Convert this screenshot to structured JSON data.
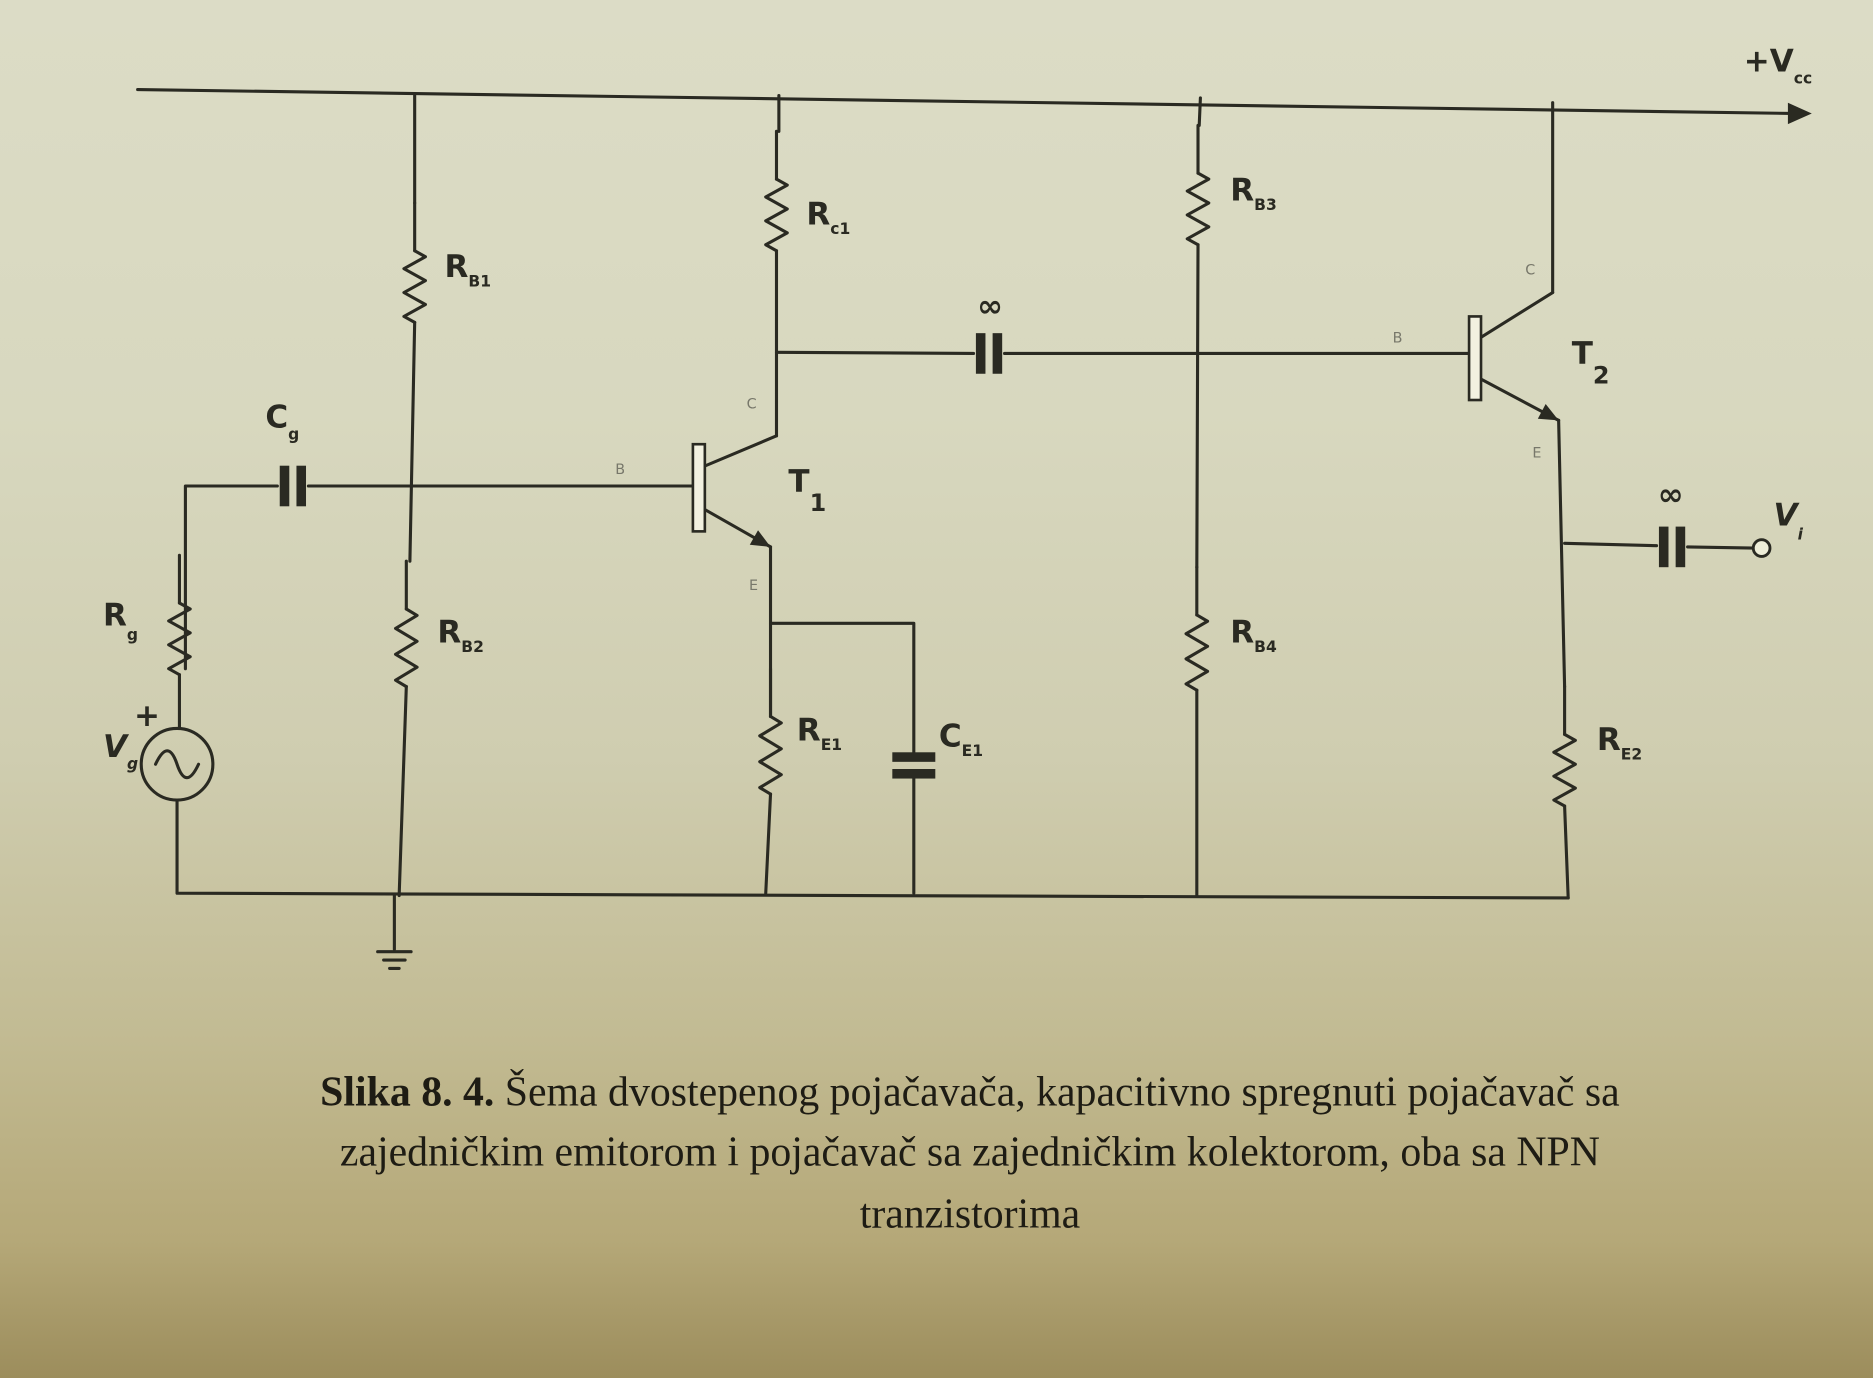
{
  "supply": {
    "label": "+V",
    "sub": "cc"
  },
  "resistors": [
    {
      "id": "rb1",
      "label": "R",
      "sub": "B1"
    },
    {
      "id": "rb2",
      "label": "R",
      "sub": "B2"
    },
    {
      "id": "rc1",
      "label": "R",
      "sub": "c1"
    },
    {
      "id": "rb3",
      "label": "R",
      "sub": "B3"
    },
    {
      "id": "rb4",
      "label": "R",
      "sub": "B4"
    },
    {
      "id": "re1",
      "label": "R",
      "sub": "E1"
    },
    {
      "id": "re2",
      "label": "R",
      "sub": "E2"
    },
    {
      "id": "rg",
      "label": "R",
      "sub": "g"
    }
  ],
  "capacitors": [
    {
      "id": "cg",
      "label": "C",
      "sub": "g"
    },
    {
      "id": "ce1",
      "label": "C",
      "sub": "E1"
    },
    {
      "id": "cc",
      "label": "∞",
      "sub": ""
    },
    {
      "id": "cout",
      "label": "∞",
      "sub": ""
    }
  ],
  "transistors": [
    {
      "id": "t1",
      "label": "T",
      "sub": "1",
      "pins": {
        "b": "B",
        "c": "C",
        "e": "E"
      }
    },
    {
      "id": "t2",
      "label": "T",
      "sub": "2",
      "pins": {
        "b": "B",
        "c": "C",
        "e": "E"
      }
    }
  ],
  "source": {
    "label": "V",
    "sub": "g",
    "polarity": "+"
  },
  "output": {
    "label": "V",
    "sub": "i"
  },
  "caption": {
    "prefix": "Slika 8. 4.",
    "line1": " Šema dvostepenog pojačavača, kapacitivno spregnuti pojačavač sa",
    "line2": "zajedničkim emitorom i pojačavač sa zajedničkim kolektorom, oba sa NPN",
    "line3": "tranzistorima"
  }
}
